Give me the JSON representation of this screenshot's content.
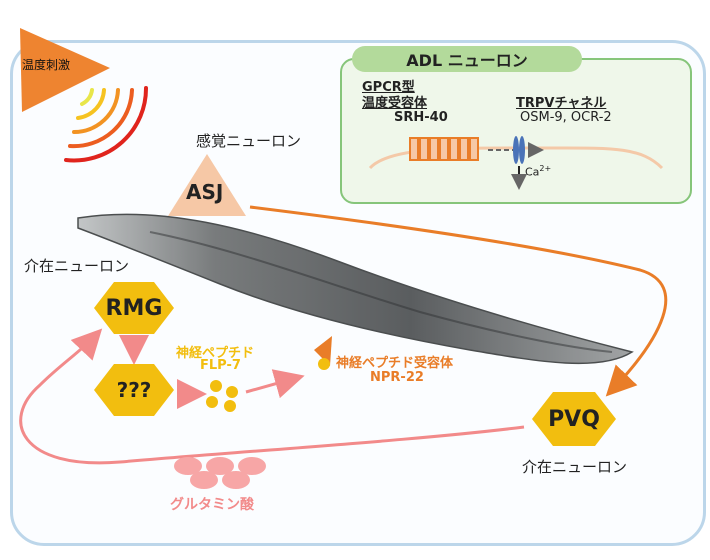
{
  "stimulus": {
    "label": "温度刺激"
  },
  "adl": {
    "title": "ADL ニューロン",
    "gpcr_line1": "GPCR型",
    "gpcr_line2": "温度受容体",
    "gpcr_name": "SRH-40",
    "trpv_title": "TRPVチャネル",
    "trpv_names": "OSM-9, OCR-2",
    "calcium": "Ca",
    "calcium_sup": "2+"
  },
  "asj": {
    "caption": "感覚ニューロン",
    "name": "ASJ"
  },
  "rmg": {
    "caption": "介在ニューロン",
    "name": "RMG"
  },
  "unknown": {
    "name": "???"
  },
  "neuropeptide": {
    "line1": "神経ペプチド",
    "line2": "FLP-7"
  },
  "receptor": {
    "line1": "神経ペプチド受容体",
    "line2": "NPR-22"
  },
  "pvq": {
    "name": "PVQ",
    "caption": "介在ニューロン"
  },
  "glutamate": {
    "label": "グルタミン酸"
  },
  "colors": {
    "orange": "#e97d28",
    "yellow": "#f2be0f",
    "pink": "#f28a8a",
    "asj_fill": "#f6c8a6",
    "green_border": "#86c57a",
    "blue_border": "#bcd6ea"
  }
}
